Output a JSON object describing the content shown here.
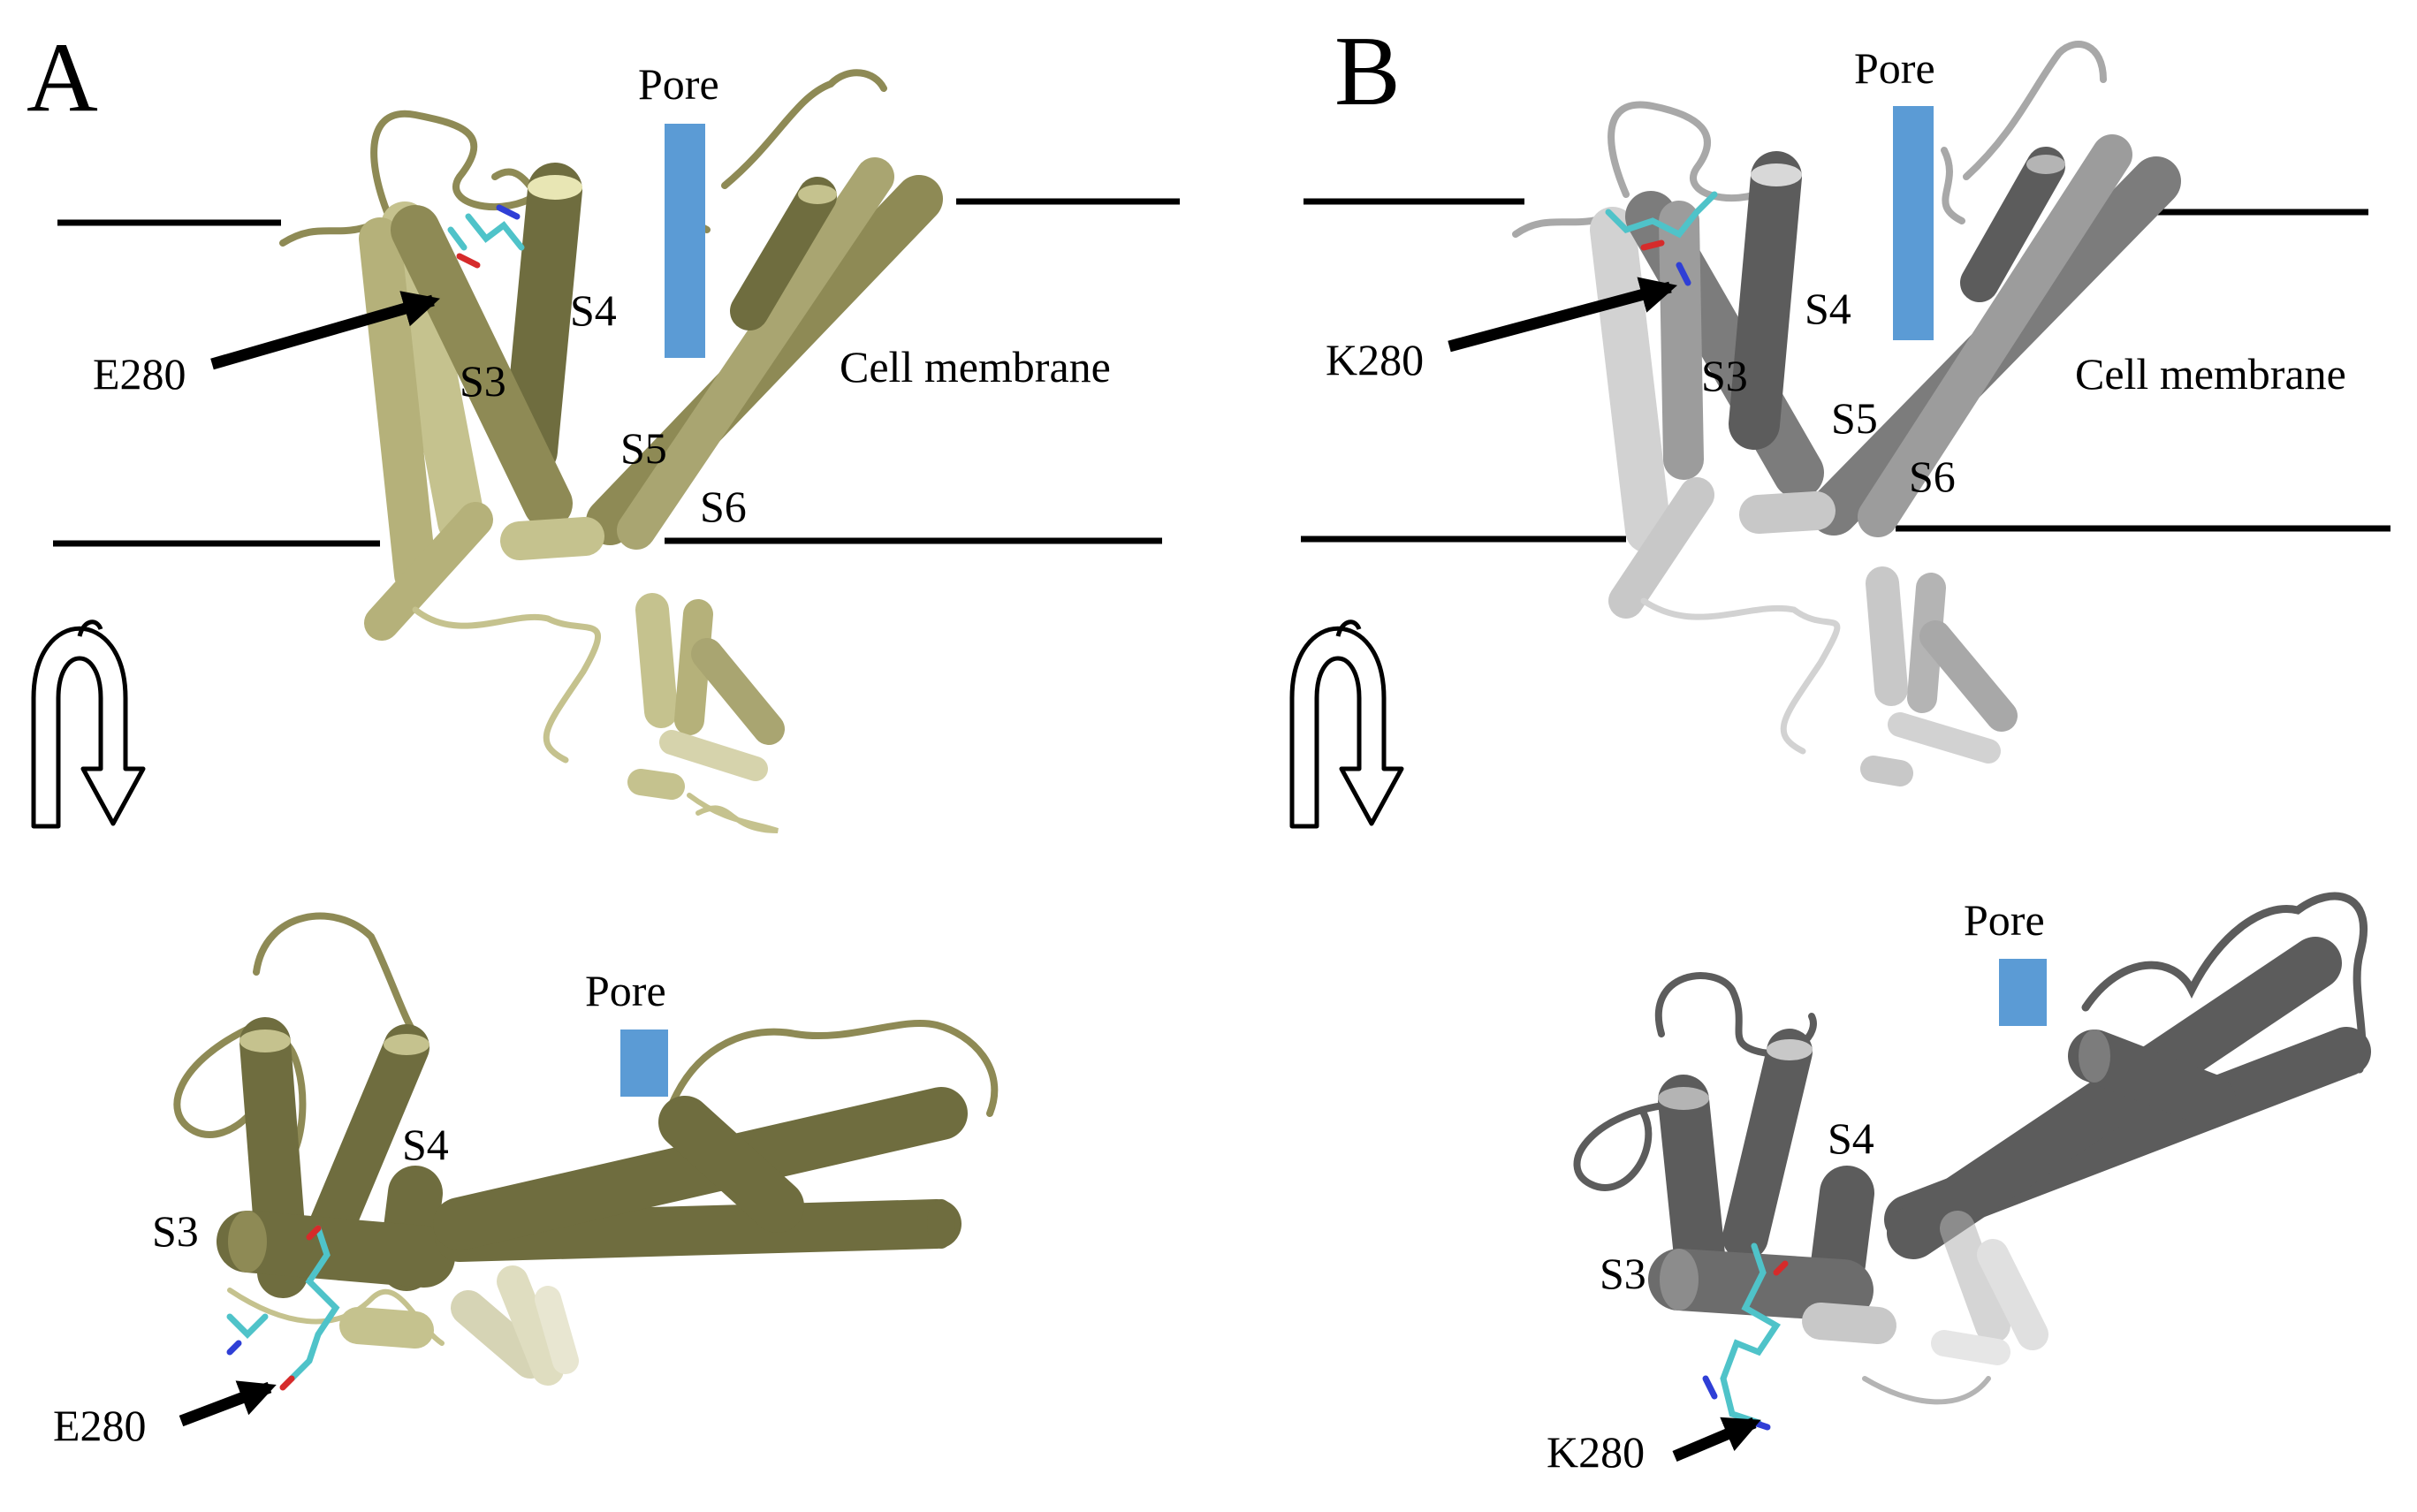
{
  "colors": {
    "olive_dark": "#6f6d3f",
    "olive_mid": "#8e8a55",
    "olive_light": "#c5c28e",
    "olive_pale": "#d6d3ac",
    "gray_dark": "#5c5c5c",
    "gray_mid": "#7c7c7c",
    "gray_light": "#b4b4b4",
    "gray_pale": "#d2d2d2",
    "pore_blue": "#5b9bd5",
    "residue_cyan": "#4fc3c9",
    "oxygen_red": "#d62b2b",
    "nitrogen_blue": "#2f3fd6"
  },
  "panel_a": {
    "letter": "A",
    "top": {
      "pore": "Pore",
      "residue": "E280",
      "s3": "S3",
      "s4": "S4",
      "s5": "S5",
      "s6": "S6",
      "membrane": "Cell membrane"
    },
    "bottom": {
      "pore": "Pore",
      "residue": "E280",
      "s3": "S3",
      "s4": "S4"
    }
  },
  "panel_b": {
    "letter": "B",
    "top": {
      "pore": "Pore",
      "residue": "K280",
      "s3": "S3",
      "s4": "S4",
      "s5": "S5",
      "s6": "S6",
      "membrane": "Cell membrane"
    },
    "bottom": {
      "pore": "Pore",
      "residue": "K280",
      "s3": "S3",
      "s4": "S4"
    }
  }
}
